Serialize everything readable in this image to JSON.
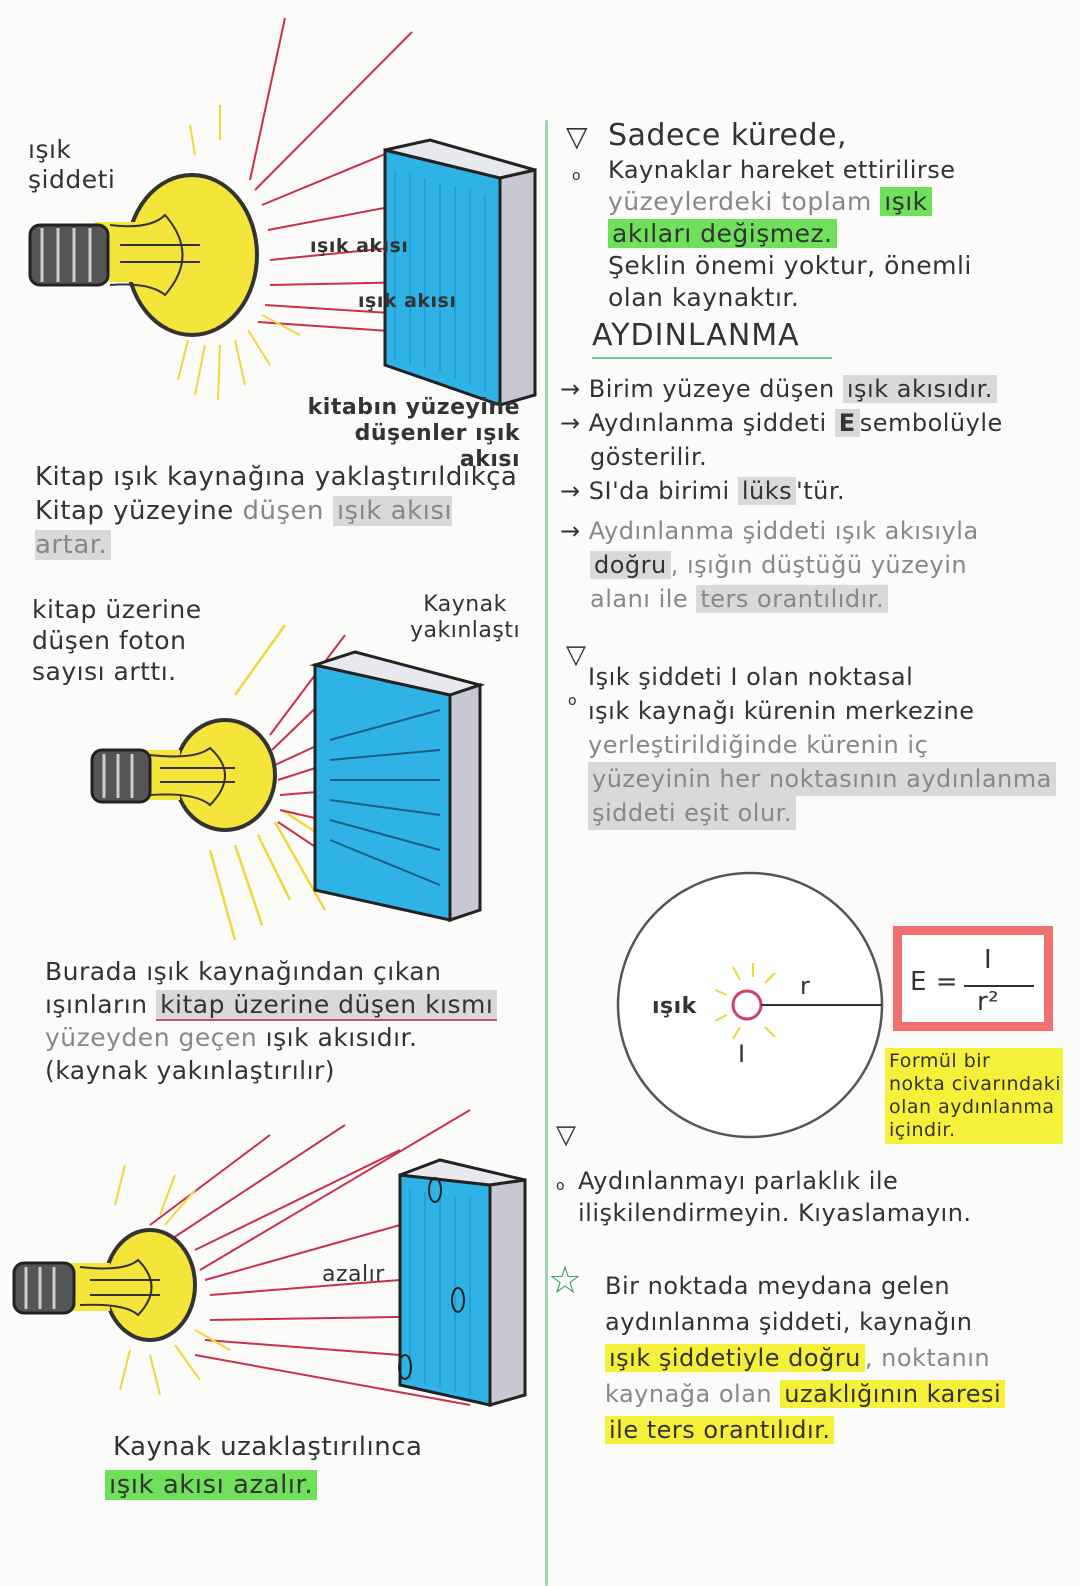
{
  "left": {
    "panel1": {
      "label_intensity": [
        "ışık",
        "şiddeti"
      ],
      "flux_label_1": "ışık akısı",
      "flux_label_2": "ışık akısı",
      "caption": [
        "kitabın yüzeyine",
        "düşenler ışık akısı"
      ],
      "note": [
        "Kitap ışık kaynağına yaklaştırıldıkça",
        "Kitap yüzeyine",
        "düşen",
        "ışık akısı artar."
      ]
    },
    "panel2": {
      "photon_note": [
        "kitap üzerine",
        "düşen foton",
        "sayısı arttı."
      ],
      "source_note": [
        "Kaynak",
        "yakınlaştı"
      ],
      "note": [
        "Burada ışık kaynağından çıkan",
        "ışınların",
        "kitap üzerine düşen kısmı",
        "yüzeyden geçen",
        "ışık akısıdır.",
        "(kaynak yakınlaştırılır)"
      ]
    },
    "panel3": {
      "decrease_label": "azalır",
      "note": [
        "Kaynak uzaklaştırılınca",
        "ışık akısı azalır."
      ]
    }
  },
  "right": {
    "block1": {
      "line1": "Sadece kürede,",
      "line2": "Kaynaklar hareket ettirilirse",
      "line3a": "yüzeylerdeki toplam",
      "line3b": "ışık",
      "line4": "akıları değişmez.",
      "line5": "Şeklin önemi yoktur, önemli",
      "line6": "olan kaynaktır."
    },
    "heading": "AYDINLANMA",
    "arrows": [
      {
        "text": "Birim yüzeye düşen",
        "hl": "ışık akısıdır."
      },
      {
        "text": "Aydınlanma şiddeti",
        "hl": "E",
        "after": "sembolüyle"
      },
      {
        "text": "gösterilir."
      },
      {
        "text": "SI'da birimi",
        "hl": "lüks",
        "after": "'tür."
      },
      {
        "text": "Aydınlanma şiddeti",
        "faint": "ışık akısıyla"
      },
      {
        "hl": "doğru",
        "text": ", ışığın düştüğü yüzeyin"
      },
      {
        "faint": "alanı ile",
        "hl": "ters orantılıdır."
      }
    ],
    "block2": [
      "Işık şiddeti I olan noktasal",
      "ışık kaynağı kürenin merkezine",
      "yerleştirildiğinde kürenin iç",
      "yüzeyinin her noktasının aydınlanma",
      "şiddeti eşit olur."
    ],
    "diagram": {
      "light_label": "ışık",
      "r_label": "r",
      "i_label": "I",
      "formula_lhs": "E =",
      "formula_num": "I",
      "formula_den": "r²",
      "formula_note": [
        "Formül bir",
        "nokta civarındaki",
        "olan aydınlanma",
        "içindir."
      ]
    },
    "block3": [
      "Aydınlanmayı parlaklık ile",
      "ilişkilendirmeyin. Kıyaslamayın."
    ],
    "block4": {
      "l1": "Bir noktada meydana gelen",
      "l2": "aydınlanma şiddeti, kaynağın",
      "l3a": "ışık şiddetiyle doğru",
      "l3b": ", noktanın",
      "l4a": "kaynağa olan",
      "l4b": "uzaklığının karesi",
      "l5": "ile ters orantılıdır."
    }
  },
  "colors": {
    "bulb": "#f5e43a",
    "book": "#2fb3e6",
    "rays": "#c9304a",
    "divider": "#9fd4b2",
    "green_highlight": "#6ee05a",
    "yellow_highlight": "#f5f03a",
    "formula_border": "#f07070"
  }
}
